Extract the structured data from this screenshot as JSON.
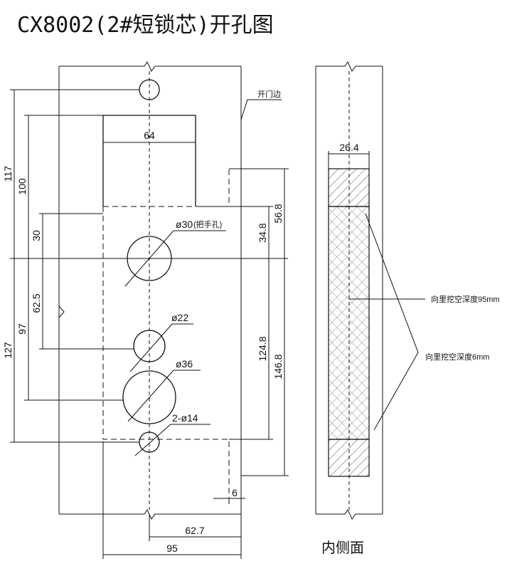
{
  "title": "CX8002(2#短锁芯)开孔图",
  "labels": {
    "edge": "开门边",
    "inner_side": "内侧面",
    "depth_95": "向里挖空深度95mm",
    "depth_6": "向里挖空深度6mm"
  },
  "dimensions": {
    "d64": "64",
    "d26_4": "26.4",
    "d117": "117",
    "d100": "100",
    "d30": "30",
    "d62_5": "62.5",
    "d97": "97",
    "d127": "127",
    "d34_8": "34.8",
    "d56_8": "56.8",
    "d124_8": "124.8",
    "d146_8": "146.8",
    "d6": "6",
    "d62_7": "62.7",
    "d95": "95"
  },
  "holes": {
    "h30": "ø30",
    "h30_note": "(把手孔)",
    "h22": "ø22",
    "h36": "ø36",
    "h14": "2-ø14"
  }
}
